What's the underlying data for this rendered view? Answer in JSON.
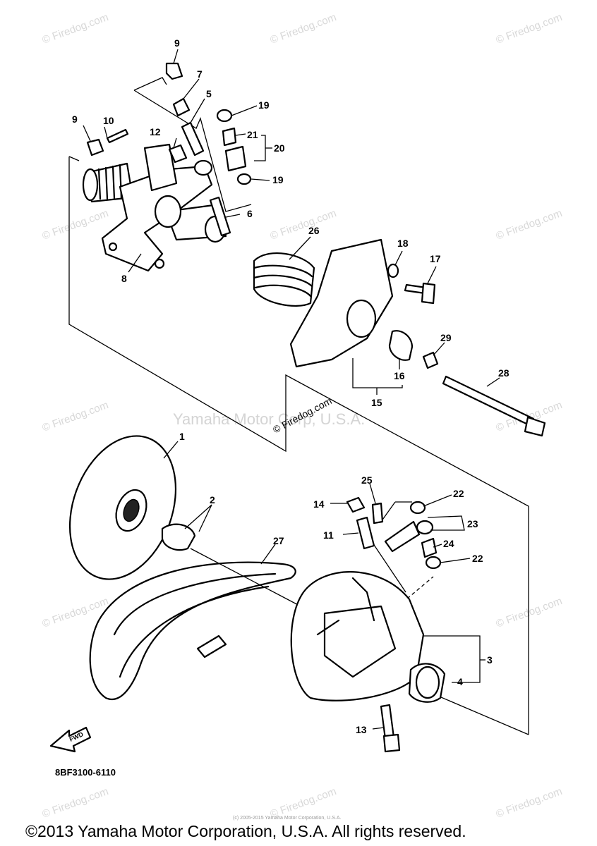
{
  "diagram": {
    "part_labels": {
      "p1": "1",
      "p2": "2",
      "p3": "3",
      "p4": "4",
      "p5": "5",
      "p6": "6",
      "p7": "7",
      "p8": "8",
      "p9a": "9",
      "p9b": "9",
      "p10": "10",
      "p11": "11",
      "p12": "12",
      "p13": "13",
      "p14": "14",
      "p15": "15",
      "p16": "16",
      "p17": "17",
      "p18": "18",
      "p19a": "19",
      "p19b": "19",
      "p20": "20",
      "p21": "21",
      "p22a": "22",
      "p22b": "22",
      "p23": "23",
      "p24": "24",
      "p25": "25",
      "p26": "26",
      "p27": "27",
      "p28": "28",
      "p29": "29"
    },
    "diagram_code": "8BF3100-6110",
    "forward_arrow_text": "FWD",
    "center_watermark": "Yamaha Motor Corp, U.S.A.",
    "watermark": "© Firedog.com",
    "tiny_copyright": "(c) 2005-2015 Yamaha Motor Corporation, U.S.A.",
    "copyright": "©2013 Yamaha Motor Corporation, U.S.A. All rights reserved."
  }
}
